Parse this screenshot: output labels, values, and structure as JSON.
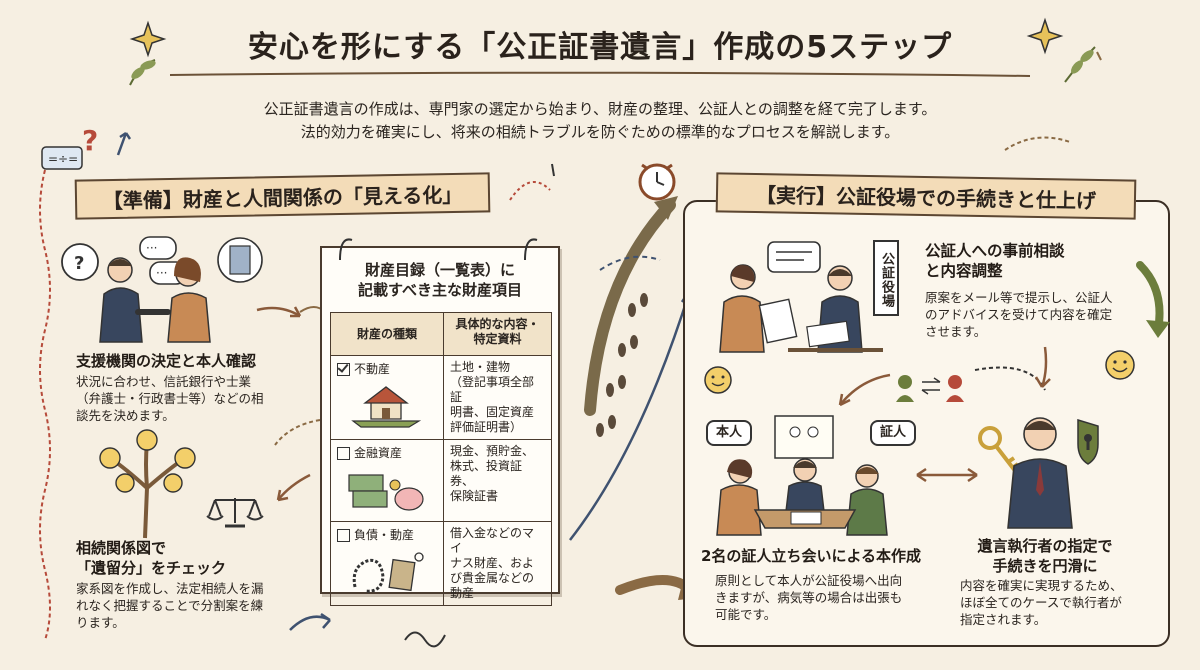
{
  "header": {
    "title": "安心を形にする「公正証書遺言」作成の5ステップ",
    "subtitle_line1": "公正証書遺言の作成は、専門家の選定から始まり、財産の整理、公証人との調整を経て完了します。",
    "subtitle_line2": "法的効力を確実にし、将来の相続トラブルを防ぐための標準的なプロセスを解説します。"
  },
  "left": {
    "banner": "【準備】財産と人間関係の「見える化」",
    "step1": {
      "title": "支援機関の決定と本人確認",
      "body": [
        "状況に合わせ、信託銀行や士業",
        "（弁護士・行政書士等）などの相",
        "談先を決めます。"
      ]
    },
    "step2": {
      "title_line1": "相続関係図で",
      "title_line2": "「遺留分」をチェック",
      "body": [
        "家系図を作成し、法定相続人を漏",
        "れなく把握することで分割案を練",
        "ります。"
      ]
    },
    "asset_card": {
      "title_line1": "財産目録（一覧表）に",
      "title_line2": "記載すべき主な財産項目",
      "col1": "財産の種類",
      "col2_line1": "具体的な内容・",
      "col2_line2": "特定資料",
      "rows": [
        {
          "type": "不動産",
          "checked": true,
          "detail": [
            "土地・建物",
            "（登記事項全部証",
            "明書、固定資産",
            "評価証明書）"
          ]
        },
        {
          "type": "金融資産",
          "checked": false,
          "detail": [
            "現金、預貯金、",
            "株式、投資証券、",
            "保険証書"
          ]
        },
        {
          "type": "負債・動産",
          "checked": false,
          "detail": [
            "借入金などのマイ",
            "ナス財産、およ",
            "び貴金属などの",
            "動産"
          ]
        }
      ]
    }
  },
  "right": {
    "banner": "【実行】公証役場での手続きと仕上げ",
    "office_sign": "公証役場",
    "step3": {
      "title_line1": "公証人への事前相談",
      "title_line2": "と内容調整",
      "body": [
        "原案をメール等で提示し、公証人",
        "のアドバイスを受けて内容を確定",
        "させます。"
      ]
    },
    "step4": {
      "label_left": "本人",
      "label_right": "証人",
      "title": "2名の証人立ち会いによる本作成",
      "body": [
        "原則として本人が公証役場へ出向",
        "きますが、病気等の場合は出張も",
        "可能です。"
      ]
    },
    "step5": {
      "title_line1": "遺言執行者の指定で",
      "title_line2": "手続きを円滑に",
      "body": [
        "内容を確実に実現するため、",
        "ほぼ全てのケースで執行者が",
        "指定されます。"
      ]
    }
  },
  "colors": {
    "background": "#f6efe2",
    "banner": "#f3dcb8",
    "ink": "#2b2520",
    "accent_brown": "#8a6a44",
    "accent_green": "#6c7d3c",
    "accent_navy": "#3f5270"
  }
}
